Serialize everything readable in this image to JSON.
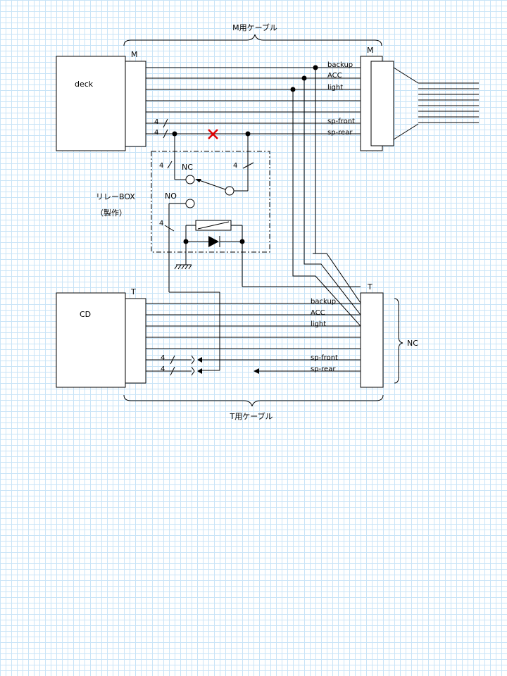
{
  "labels": {
    "m_cable": "M用ケーブル",
    "t_cable": "T用ケーブル",
    "deck": "deck",
    "cd": "CD",
    "m_left": "M",
    "m_right": "M",
    "t_left": "T",
    "t_right": "T",
    "relay_box": "リレーBOX",
    "relay_box_note": "（製作）",
    "nc_contact": "NC",
    "no_contact": "NO",
    "nc_bracket": "NC"
  },
  "wire_counts": {
    "m_front": "4",
    "m_rear": "4",
    "relay_nc": "4",
    "relay_com": "4",
    "relay_no": "4",
    "t_front": "4",
    "t_rear": "4"
  },
  "m_signals": [
    "backup",
    "ACC",
    "light",
    "sp-front",
    "sp-rear"
  ],
  "t_signals": [
    "backup",
    "ACC",
    "light",
    "sp-front",
    "sp-rear"
  ],
  "colors": {
    "cut_mark": "#e00000",
    "grid": "#c9e4f7"
  }
}
